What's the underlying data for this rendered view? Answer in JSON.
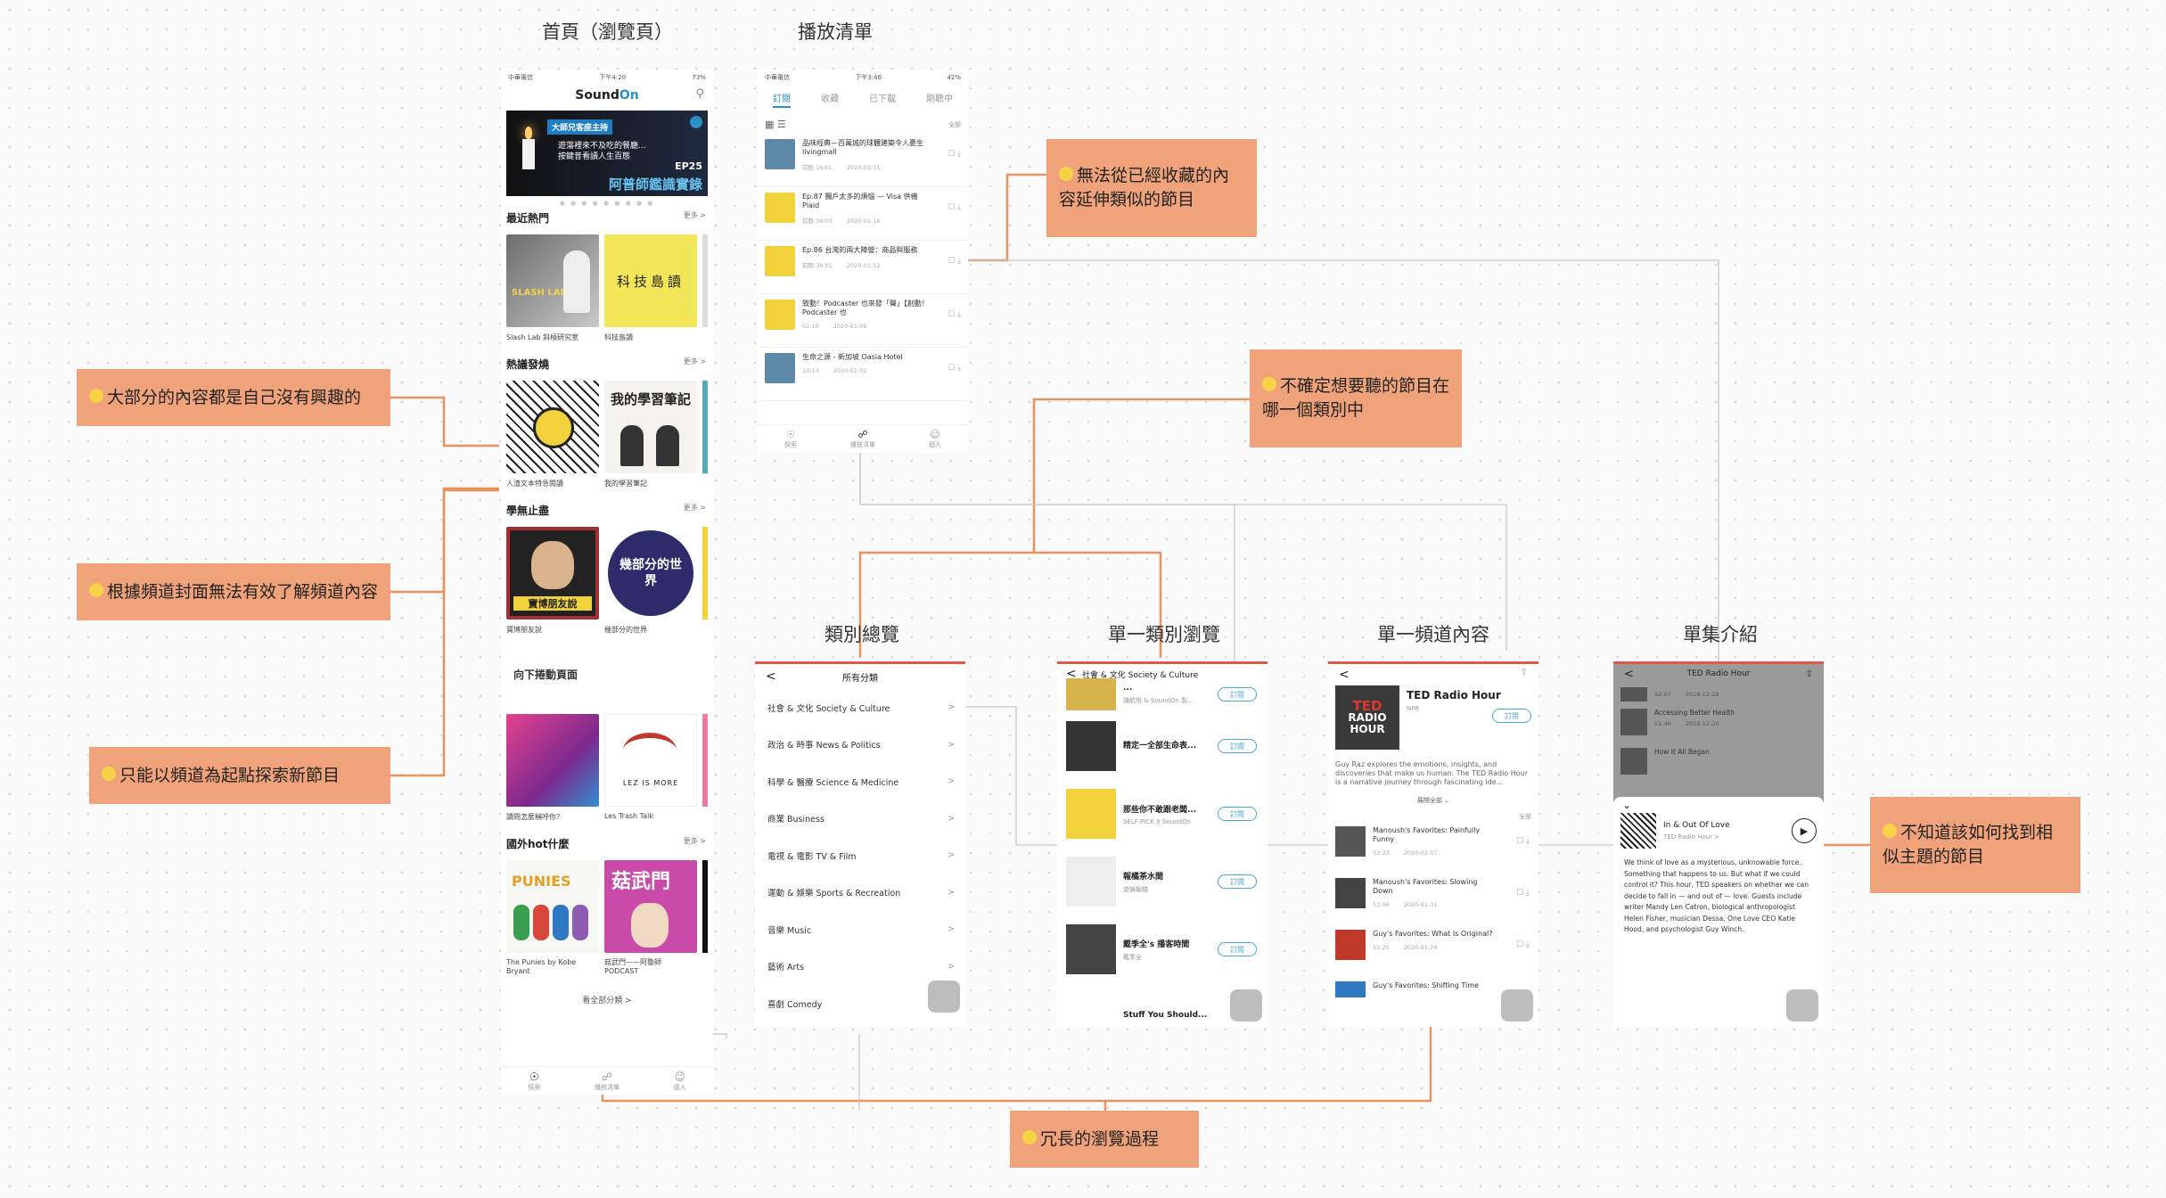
{
  "titles": {
    "home": "首頁（瀏覽頁）",
    "playlist": "播放清單",
    "category_overview": "類別總覽",
    "single_category": "單一類別瀏覽",
    "single_channel": "單一頻道內容",
    "episode": "單集介紹"
  },
  "notes": [
    "無法從已經收藏的內容延伸類似的節目",
    "不確定想要聽的節目在哪一個類別中",
    "大部分的內容都是自己沒有興趣的",
    "根據頻道封面無法有效了解頻道內容",
    "只能以頻道為起點探索新節目",
    "不知道該如何找到相似主題的節目",
    "冗長的瀏覽過程"
  ],
  "home": {
    "status_left": "中華電信",
    "status_time": "下午4:20",
    "status_right": "73%",
    "logo_sound": "Sound",
    "logo_on": "On",
    "banner_badge": "大師兄客座主持",
    "banner_line1": "遊蕩裡來不及吃的餐廳...",
    "banner_line2": "按鍵昔看讀人生百態",
    "banner_ep": "EP25",
    "banner_sub": "阿普師鑑識實錄",
    "more": "更多",
    "sections": [
      {
        "title": "最近熱門",
        "captions": [
          "Slash Lab 斜槓研究室",
          "科技島讀"
        ]
      },
      {
        "title": "熱議發燒",
        "captions": [
          "人渣文本特急閱讀",
          "我的學習筆記"
        ]
      },
      {
        "title": "學無止盡",
        "captions": [
          "寶博朋友說",
          "幾部分的世界"
        ]
      }
    ],
    "thumb_text": {
      "slash": "SLASH LAB",
      "tech": "科技島讀",
      "study": "我的學習筆記",
      "world": "幾部分的世界",
      "baobo": "寶博朋友說"
    },
    "scroll_label": "向下捲動頁面",
    "sec4_captions": [
      "讀問怎麼稱呼你？",
      "Les Trash Talk"
    ],
    "lez": "LEZ IS MORE",
    "sec5_title": "國外hot什麼",
    "sec5_captions": [
      "The Punies by Kobe Bryant",
      "菇武門——阿魯師 PODCAST"
    ],
    "punies": "PUNIES",
    "gumen": "菇武門",
    "see_all": "看全部分類",
    "tabs": [
      "探索",
      "播放清單",
      "個人"
    ]
  },
  "playlist": {
    "status_left": "中華電信",
    "status_time": "下午3:46",
    "status_right": "42%",
    "tabs": [
      "訂閱",
      "收藏",
      "已下載",
      "剛聽中"
    ],
    "all": "全部",
    "items": [
      {
        "title": "品味經典—百萬城的球體建築令人憂生livingmall",
        "meta": "前聽 16:01",
        "date": "2020-03-11"
      },
      {
        "title": "Ep.87 獨戶太多的煩惱 — Visa 供機 Plaid",
        "meta": "前聽 36:05",
        "date": "2020-01-16"
      },
      {
        "title": "Ep.86 台灣的兩大陣營：商品與服務",
        "meta": "前聽 38:01",
        "date": "2020-01-12"
      },
      {
        "title": "致動！Podcaster 也來發「聲」【創動！Podcaster 也",
        "meta": "02:10",
        "date": "2020-01-09"
      },
      {
        "title": "生命之源 - 新加坡 Oasia Hotel",
        "meta": "10:13",
        "date": "2020-01-02"
      }
    ],
    "bottom_tabs": [
      "探索",
      "播放清單",
      "個人"
    ]
  },
  "categories": {
    "header": "所有分類",
    "items": [
      "社會 & 文化 Society & Culture",
      "政治 & 時事 News & Politics",
      "科學 & 醫療 Science & Medicine",
      "商業 Business",
      "電視 & 電影 TV & Film",
      "運動 & 娛樂 Sports & Recreation",
      "音樂 Music",
      "藝術 Arts",
      "喜劇 Comedy"
    ]
  },
  "single_category": {
    "header": "社會 & 文化 Society & Culture",
    "subscribe": "訂閱",
    "items": [
      {
        "title": "...",
        "sub": "讀航燈 & SoundOn 製..."
      },
      {
        "title": "精定一全部生命表...",
        "sub": ""
      },
      {
        "title": "那些你不敢跟老闆...",
        "sub": "SELF PICK X SoundOn"
      },
      {
        "title": "報橘茶水間",
        "sub": "遊娛報橘"
      },
      {
        "title": "戴季全's 播客時間",
        "sub": "戴季全"
      },
      {
        "title": "Stuff You Should...",
        "sub": ""
      }
    ]
  },
  "channel": {
    "name": "TED Radio Hour",
    "author": "NPR",
    "subscribe": "訂閱",
    "desc": "Guy Raz explores the emotions, insights, and discoveries that make us human. The TED Radio Hour is a narrative journey through fascinating ide...",
    "expand": "展開全部",
    "all": "全部",
    "logo": [
      "TED",
      "RADIO",
      "HOUR"
    ],
    "episodes": [
      {
        "title": "Manoush's Favorites: Painfully Funny",
        "meta": "53:23",
        "date": "2020-02-07"
      },
      {
        "title": "Manoush's Favorites: Slowing Down",
        "meta": "53:06",
        "date": "2020-01-31"
      },
      {
        "title": "Guy's Favorites: What Is Original?",
        "meta": "52:25",
        "date": "2020-01-24"
      },
      {
        "title": "Guy's Favorites: Shifting Time",
        "meta": "",
        "date": ""
      }
    ]
  },
  "episode": {
    "header": "TED Radio Hour",
    "bg_items": [
      {
        "title": "",
        "meta": "52:07",
        "date": "2019-12-28"
      },
      {
        "title": "Accessing Better Health",
        "meta": "51:46",
        "date": "2019-12-20"
      },
      {
        "title": "How It All Began",
        "meta": "",
        "date": ""
      }
    ],
    "title": "In & Out Of Love",
    "channel": "TED Radio Hour >",
    "desc": "We think of love as a mysterious, unknowable force. Something that happens to us. But what if we could control it? This hour, TED speakers on whether we can decide to fall in — and out of — love. Guests include writer Mandy Len Catron, biological anthropologist Helen Fisher, musician Dessa, One Love CEO Katie Hood, and psychologist Guy Winch."
  },
  "colors": {
    "accent": "#e05a4a",
    "note": "#f0a37a",
    "connector": "#e8935f",
    "subscribe": "#4aa7c9"
  }
}
